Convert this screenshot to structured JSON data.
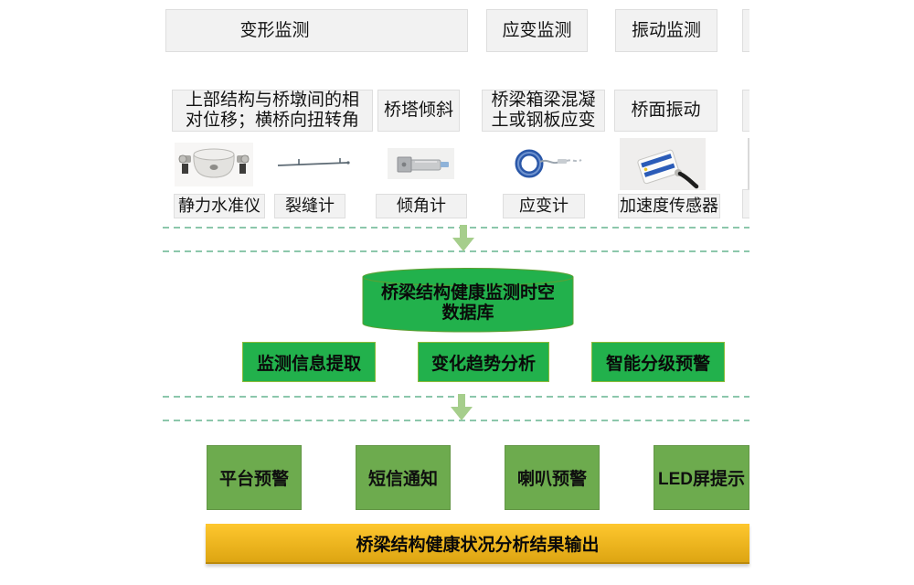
{
  "colors": {
    "bright_green": "#22b14c",
    "muted_green": "#6dab4e",
    "arrow_green": "#a6ce8c",
    "dashed_line_green": "#8cc7ab",
    "output_yellow_top": "#fec72e",
    "output_yellow_bottom": "#dda512",
    "panel_grey": "#f2f2f2"
  },
  "monitoring": {
    "headers": [
      {
        "label": "变形监测"
      },
      {
        "label": "应变监测"
      },
      {
        "label": "振动监测"
      }
    ],
    "targets": [
      {
        "text": "上部结构与桥墩间的相对位移；横桥向扭转角"
      },
      {
        "text": "桥塔倾斜"
      },
      {
        "text": "桥梁箱梁混凝土或钢板应变"
      },
      {
        "text": "桥面振动"
      }
    ],
    "sensors": [
      {
        "label": "静力水准仪"
      },
      {
        "label": "裂缝计"
      },
      {
        "label": "倾角计"
      },
      {
        "label": "应变计"
      },
      {
        "label": "加速度传感器"
      }
    ]
  },
  "database": {
    "label": "桥梁结构健康监测时空数据库"
  },
  "analysis": [
    {
      "label": "监测信息提取"
    },
    {
      "label": "变化趋势分析"
    },
    {
      "label": "智能分级预警"
    }
  ],
  "alerts": [
    {
      "label": "平台预警"
    },
    {
      "label": "短信通知"
    },
    {
      "label": "喇叭预警"
    },
    {
      "label": "LED屏提示"
    }
  ],
  "output": {
    "label": "桥梁结构健康状况分析结果输出"
  }
}
